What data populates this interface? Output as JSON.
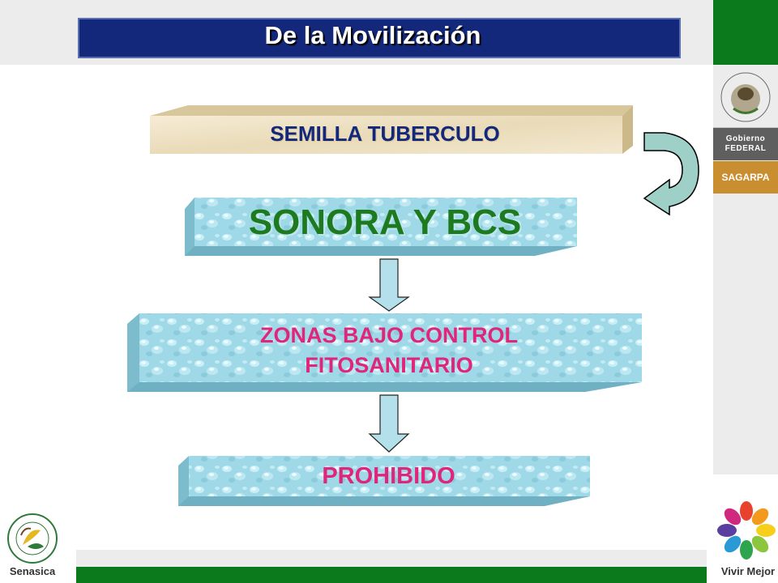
{
  "title": "De la Movilización",
  "flow": {
    "step1": "SEMILLA TUBERCULO",
    "step2": "SONORA Y BCS",
    "step3_line1": "ZONAS BAJO CONTROL",
    "step3_line2": "FITOSANITARIO",
    "step4": "PROHIBIDO"
  },
  "sidebar": {
    "gobierno": "Gobierno",
    "federal": "FEDERAL",
    "sagarpa": "SAGARPA"
  },
  "footer": {
    "vivir_mejor": "Vivir Mejor",
    "senasica": "Senasica"
  },
  "colors": {
    "title_bg": "#13287a",
    "green": "#0a7a1c",
    "sagarpa": "#c98e30",
    "magenta": "#e0257a",
    "box_blue": "#a9dde9"
  }
}
